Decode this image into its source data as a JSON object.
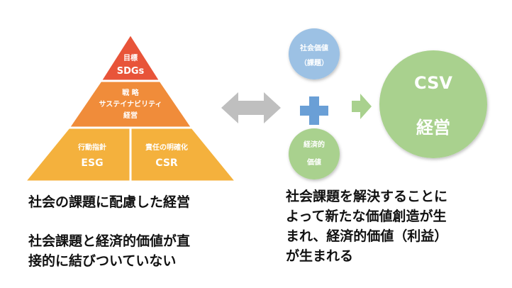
{
  "colors": {
    "tier_top": "#e85439",
    "tier_middle": "#f08c3a",
    "tier_bottom": "#f4b13d",
    "arrow_double": "#bfbfbf",
    "circle_blue": "#9cc1e4",
    "circle_green_small": "#a9d18e",
    "circle_green_large": "#a9d18e",
    "plus": "#6a9fd6",
    "arrow_green": "#a9d18e",
    "caption": "#111111"
  },
  "pyramid": {
    "top": {
      "line1": "目標",
      "line2": "SDGs"
    },
    "middle": {
      "line1": "戦 略",
      "line2": "サステイナビリティ",
      "line3": "経営"
    },
    "bottom_left": {
      "line1": "行動指針",
      "line2": "ESG"
    },
    "bottom_right": {
      "line1": "責任の明確化",
      "line2": "CSR"
    }
  },
  "circles": {
    "social_value": {
      "line1": "社会価値",
      "line2": "（課題）"
    },
    "economic_value": {
      "line1": "経済的",
      "line2": "価値"
    },
    "csv": {
      "line1": "CSV",
      "line2": "経営"
    }
  },
  "captions": {
    "left_title": "社会の課題に配慮した経営",
    "left_body_lines": [
      "社会課題と経済的価値が直",
      "接的に結びついていない"
    ],
    "right_body_lines": [
      "社会課題を解決することに",
      "よって新たな価値創造が生",
      "まれ、経済的価値（利益）",
      "が生まれる"
    ]
  }
}
